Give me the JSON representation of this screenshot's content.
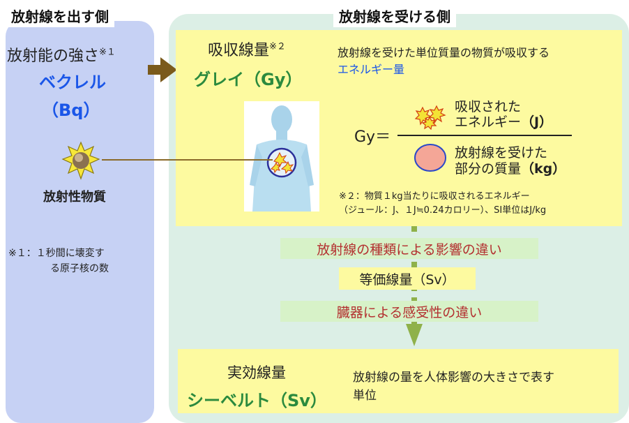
{
  "left": {
    "header": "放射線を出す側",
    "activity_label": "放射能の強さ",
    "activity_note_mark": "※１",
    "unit_name": "ベクレル",
    "unit_symbol": "（Bq）",
    "source_label": "放射性物質",
    "footnote1_line1": "※１：１秒間に壊変す",
    "footnote1_line2": "る原子核の数"
  },
  "right": {
    "header": "放射線を受ける側",
    "absorbed_label": "吸収線量",
    "absorbed_note_mark": "※２",
    "gray_unit": "グレイ（Gy）",
    "desc_line1": "放射線を受けた単位質量の物質が吸収する",
    "desc_line2": "エネルギー量",
    "formula": {
      "lhs": "Gy＝",
      "num_line1": "吸収された",
      "num_line2": "エネルギー",
      "num_unit": "（J）",
      "den_line1": "放射線を受けた",
      "den_line2": "部分の質量",
      "den_unit": "（kg）"
    },
    "footnote2_line1": "※２：物質１kg当たりに吸収されるエネルギー",
    "footnote2_line2": "（ジュール：J、１J≒0.24カロリー）、SI単位はJ/kg",
    "step1": "放射線の種類による影響の違い",
    "equivalent": "等価線量（Sv）",
    "step2": "臓器による感受性の違い",
    "effective_label": "実効線量",
    "sievert": "シーベルト（Sv）",
    "effective_desc_line1": "放射線の量を人体影響の大きさで表す",
    "effective_desc_line2": "単位"
  },
  "colors": {
    "left_panel": "#c6d1f4",
    "right_panel": "#dcefe6",
    "yellow_box": "#fdfaa0",
    "bar": "#d7f2c8",
    "blue_text": "#1a56e8",
    "green_text": "#2b8a3e",
    "red_text": "#b33030",
    "arrow_brown": "#7a5a1c",
    "down_arrow": "#8fb14a"
  }
}
